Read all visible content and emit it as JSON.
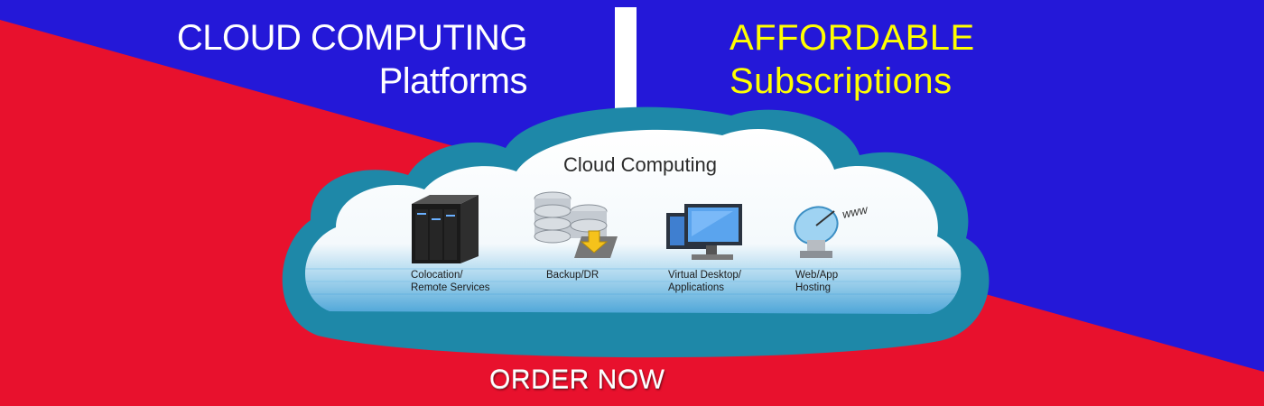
{
  "colors": {
    "red": "#e8112d",
    "blue": "#2418d8",
    "cloud_border": "#1e88a8",
    "headline_right": "#ffff00"
  },
  "headline_left": {
    "line1": "CLOUD COMPUTING",
    "line2": "Platforms"
  },
  "headline_right": {
    "line1": "AFFORDABLE",
    "line2": "Subscriptions"
  },
  "cloud": {
    "title": "Cloud Computing",
    "services": [
      {
        "icon": "server-rack-icon",
        "line1": "Colocation/",
        "line2": "Remote Services"
      },
      {
        "icon": "database-backup-icon",
        "line1": "Backup/DR",
        "line2": ""
      },
      {
        "icon": "desktop-monitors-icon",
        "line1": "Virtual Desktop/",
        "line2": "Applications"
      },
      {
        "icon": "satellite-dish-icon",
        "line1": "Web/App",
        "line2": "Hosting"
      }
    ],
    "www_text": "www"
  },
  "cta": {
    "label": "ORDER NOW"
  }
}
